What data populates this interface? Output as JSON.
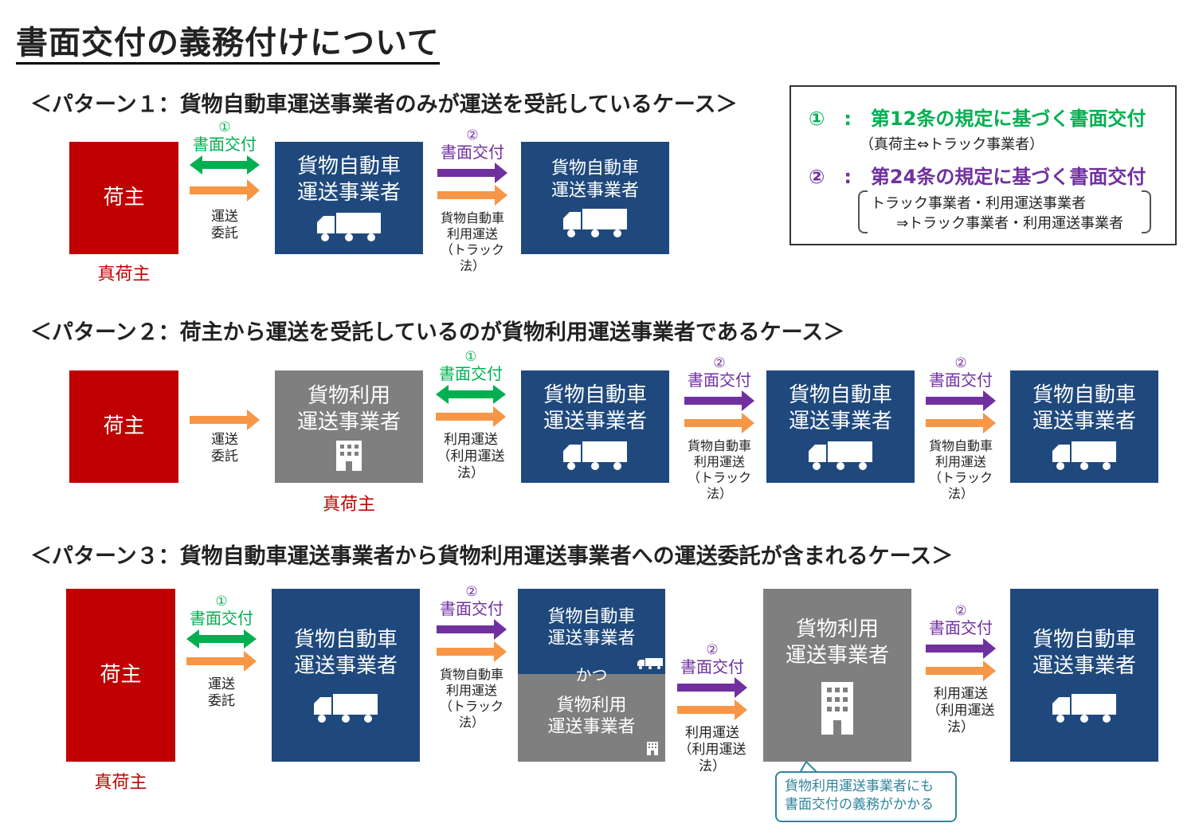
{
  "title": "書面交付の義務付けについて",
  "colors": {
    "shipper": "#c00000",
    "carrier": "#1f497d",
    "forwarder": "#7f7f7f",
    "green": "#00b050",
    "purple": "#7030a0",
    "orange": "#f79646",
    "callout": "#31859c"
  },
  "legend": {
    "line1": "①　:　第12条の規定に基づく書面交付",
    "line1_sub": "（真荷主⇔トラック事業者）",
    "line2": "②　:　第24条の規定に基づく書面交付",
    "line2_sub1": "トラック事業者・利用運送事業者",
    "line2_sub2": "⇒トラック事業者・利用運送事業者"
  },
  "pattern1": {
    "heading": "＜パターン１：貨物自動車運送事業者のみが運送を受託しているケース＞",
    "shipper": "荷主",
    "shipper_note": "真荷主",
    "arrow1": {
      "num": "①",
      "label": "書面交付",
      "caption": "運送\n委託"
    },
    "carrier1": "貨物自動車\n運送事業者",
    "arrow2": {
      "num": "②",
      "label": "書面交付",
      "caption": "貨物自動車\n利用運送\n（トラック法）"
    },
    "carrier2": "貨物自動車\n運送事業者"
  },
  "pattern2": {
    "heading": "＜パターン２：荷主から運送を受託しているのが貨物利用運送事業者であるケース＞",
    "shipper": "荷主",
    "arrow0": {
      "caption": "運送\n委託"
    },
    "forwarder": "貨物利用\n運送事業者",
    "forwarder_note": "真荷主",
    "arrow1": {
      "num": "①",
      "label": "書面交付",
      "caption": "利用運送\n（利用運送法）"
    },
    "carrier1": "貨物自動車\n運送事業者",
    "arrow2": {
      "num": "②",
      "label": "書面交付",
      "caption": "貨物自動車\n利用運送\n（トラック法）"
    },
    "carrier2": "貨物自動車\n運送事業者",
    "arrow3": {
      "num": "②",
      "label": "書面交付",
      "caption": "貨物自動車\n利用運送\n（トラック法）"
    },
    "carrier3": "貨物自動車\n運送事業者"
  },
  "pattern3": {
    "heading": "＜パターン３：貨物自動車運送事業者から貨物利用運送事業者への運送委託が含まれるケース＞",
    "shipper": "荷主",
    "shipper_note": "真荷主",
    "arrow1": {
      "num": "①",
      "label": "書面交付",
      "caption": "運送\n委託"
    },
    "carrier1": "貨物自動車\n運送事業者",
    "arrow2": {
      "num": "②",
      "label": "書面交付",
      "caption": "貨物自動車\n利用運送\n（トラック法）"
    },
    "combo_top": "貨物自動車\n運送事業者",
    "combo_and": "かつ",
    "combo_bottom": "貨物利用\n運送事業者",
    "arrow3": {
      "num": "②",
      "label": "書面交付",
      "caption": "利用運送\n（利用運送法）"
    },
    "forwarder": "貨物利用\n運送事業者",
    "arrow4": {
      "num": "②",
      "label": "書面交付",
      "caption": "利用運送\n（利用運送法）"
    },
    "carrier2": "貨物自動車\n運送事業者",
    "callout": "貨物利用運送事業者にも\n書面交付の義務がかかる"
  }
}
